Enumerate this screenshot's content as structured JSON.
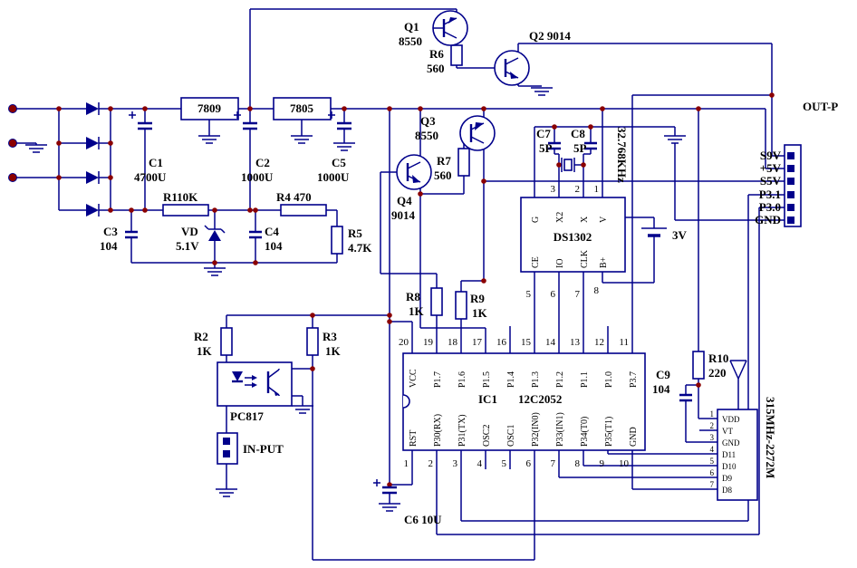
{
  "colors": {
    "wire": "#00008B",
    "text": "#000000",
    "junction": "#8B0000",
    "background": "#FFFFFF"
  },
  "s": {
    "power": {
      "reg1": "7809",
      "reg2": "7805",
      "c1a": "C1",
      "c1b": "4700U",
      "c2a": "C2",
      "c2b": "1000U",
      "c5a": "C5",
      "c5b": "1000U",
      "r1": "R110K",
      "r4": "R4 470",
      "c3a": "C3",
      "c3b": "104",
      "vda": "VD",
      "vdb": "5.1V",
      "c4a": "C4",
      "c4b": "104",
      "r5a": "R5",
      "r5b": "4.7K"
    },
    "tr": {
      "q1a": "Q1",
      "q1b": "8550",
      "r6a": "R6",
      "r6b": "560",
      "q2": "Q2 9014",
      "q3a": "Q3",
      "q3b": "8550",
      "r7a": "R7",
      "r7b": "560",
      "q4a": "Q4",
      "q4b": "9014"
    },
    "clk": {
      "c7a": "C7",
      "c7b": "5P",
      "c8a": "C8",
      "c8b": "5P",
      "xtal": "32.768KHz",
      "chip": "DS1302",
      "tp": [
        "G",
        "X2",
        "X",
        "V"
      ],
      "tn": [
        "3",
        "2",
        "1"
      ],
      "bp": [
        "CE",
        "IO",
        "CLK",
        "B+"
      ],
      "bn": [
        "5",
        "6",
        "7",
        "8"
      ],
      "bat": "3V"
    },
    "mcu": {
      "n1": "IC1",
      "n2": "12C2052",
      "tl": [
        "VCC",
        "P1.7",
        "P1.6",
        "P1.5",
        "P1.4",
        "P1.3",
        "P1.2",
        "P1.1",
        "P1.0",
        "P3.7"
      ],
      "tn": [
        "20",
        "19",
        "18",
        "17",
        "16",
        "15",
        "14",
        "13",
        "12",
        "11"
      ],
      "bl": [
        "RST",
        "P30(RX)",
        "P31(TX)",
        "OSC2",
        "OSC1",
        "P32(IN0)",
        "P33(IN1)",
        "P34(T0)",
        "P35(T1)",
        "GND"
      ],
      "bn": [
        "1",
        "2",
        "3",
        "4",
        "5",
        "6",
        "7",
        "8",
        "9",
        "10"
      ],
      "r8a": "R8",
      "r8b": "1K",
      "r9a": "R9",
      "r9b": "1K"
    },
    "inp": {
      "r2a": "R2",
      "r2b": "1K",
      "r3a": "R3",
      "r3b": "1K",
      "opto": "PC817",
      "conn": "IN-PUT",
      "c6": "C6 10U"
    },
    "rf": {
      "c9a": "C9",
      "c9b": "104",
      "r10a": "R10",
      "r10b": "220",
      "pins": [
        "VDD",
        "VT",
        "GND",
        "D11",
        "D10",
        "D9",
        "D8"
      ],
      "nums": [
        "1",
        "2",
        "3",
        "4",
        "5",
        "6",
        "7"
      ],
      "mod": "315MHz-2272M"
    },
    "out": {
      "title": "OUT-P",
      "pins": [
        "S9V",
        "+5V",
        "S5V",
        "P3.1",
        "P3.0",
        "GND"
      ]
    }
  }
}
